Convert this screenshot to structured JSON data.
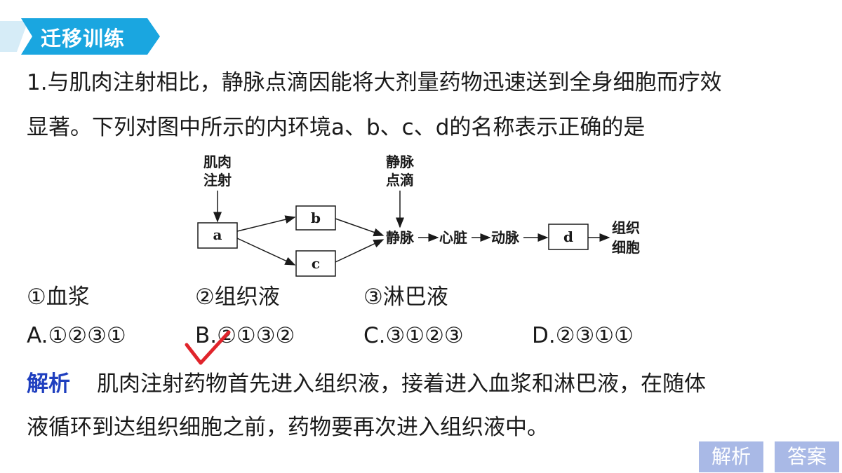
{
  "header": {
    "banner_label": "迁移训练"
  },
  "question": {
    "line1": "1.与肌肉注射相比，静脉点滴因能将大剂量药物迅速送到全身细胞而疗效",
    "line2": "显著。下列对图中所示的内环境a、b、c、d的名称表示正确的是"
  },
  "diagram": {
    "im_label": [
      "肌肉",
      "注射"
    ],
    "iv_label": [
      "静脉",
      "点滴"
    ],
    "box_a": "a",
    "box_b": "b",
    "box_c": "c",
    "box_d": "d",
    "vein": "静脉",
    "heart": "心脏",
    "artery": "动脉",
    "tissue_cell": [
      "组织",
      "细胞"
    ]
  },
  "items": [
    "①血浆",
    "②组织液",
    "③淋巴液"
  ],
  "choices": [
    "A.①②③①",
    "B.②①③②",
    "C.③①②③",
    "D.②③①①"
  ],
  "analysis": {
    "label": "解析",
    "line1": "肌肉注射药物首先进入组织液，接着进入血浆和淋巴液，在随体",
    "line2": "液循环到达组织细胞之前，药物要再次进入组织液中。"
  },
  "buttons": {
    "analysis_btn": "解析",
    "answer_btn": "答案"
  },
  "colors": {
    "banner_light": "#d6ecf7",
    "banner_main": "#1aa6e0",
    "label_blue": "#1f3fbf",
    "check_red": "#e0242b",
    "button_bg": "#a9b9e6"
  }
}
